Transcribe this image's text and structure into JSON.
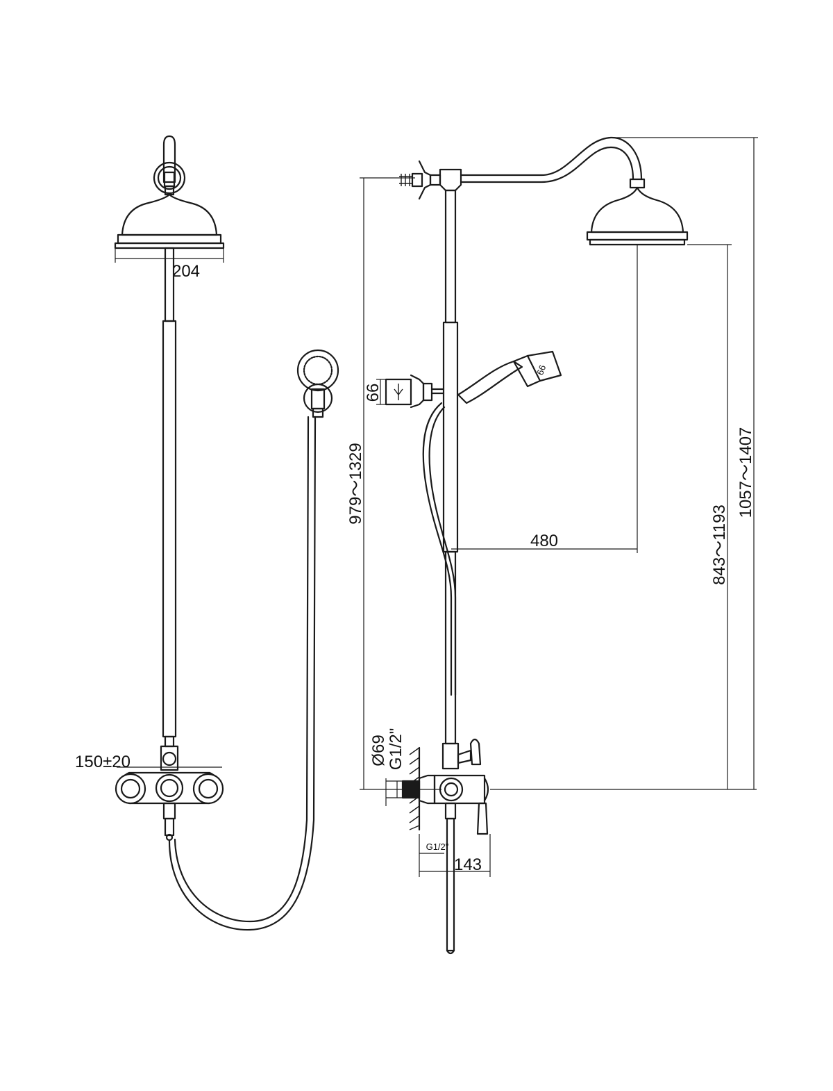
{
  "dimensions": {
    "head_diameter": "204",
    "inlet_spacing": "150±20",
    "handshower_holder_height": "66",
    "rail_adjust_range": "979～1329",
    "arm_projection": "480",
    "head_height_range": "843～1193",
    "overall_height_range": "1057～1407",
    "escutcheon_diameter": "Ø69",
    "inlet_thread": "G1/2\"",
    "outlet_thread": "G1/2\"",
    "mixer_depth": "143",
    "handshower_size": "66"
  },
  "colors": {
    "line": "#1a1a1a",
    "background": "#ffffff"
  }
}
